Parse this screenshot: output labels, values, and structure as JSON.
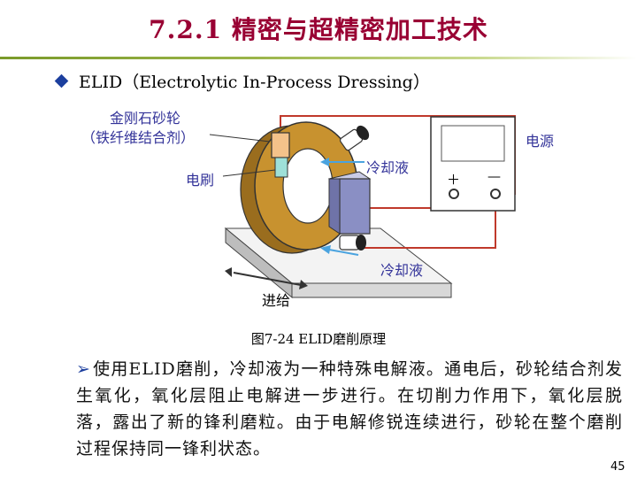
{
  "title": "7.2.1  精密与超精密加工技术",
  "bullet": "ELID（Electrolytic In-Process Dressing）",
  "diagram": {
    "label_wheel_line1": "金刚石砂轮",
    "label_wheel_line2": "（铁纤维结合剂）",
    "label_power": "电源",
    "label_brush": "电刷",
    "label_coolant_top": "冷却液",
    "label_coolant_bottom": "冷却液",
    "label_feed": "进给",
    "plus": "＋",
    "minus": "—"
  },
  "caption": "图7-24  ELID磨削原理",
  "paragraph": "使用ELID磨削，冷却液为一种特殊电解液。通电后，砂轮结合剂发生氧化，氧化层阻止电解进一步进行。在切削力作用下，氧化层脱落，露出了新的锋利磨粒。由于电解修锐连续进行，砂轮在整个磨削过程保持同一锋利状态。",
  "page_number": "45",
  "colors": {
    "title": "#990033",
    "label": "#333399",
    "wheel": "#b8862e",
    "electrode": "#8a8fc4",
    "wire": "#c0392b",
    "accent": "#1c3f9e"
  },
  "icons": {
    "bullet": "diamond-icon",
    "para_bullet": "arrow-right-icon"
  }
}
